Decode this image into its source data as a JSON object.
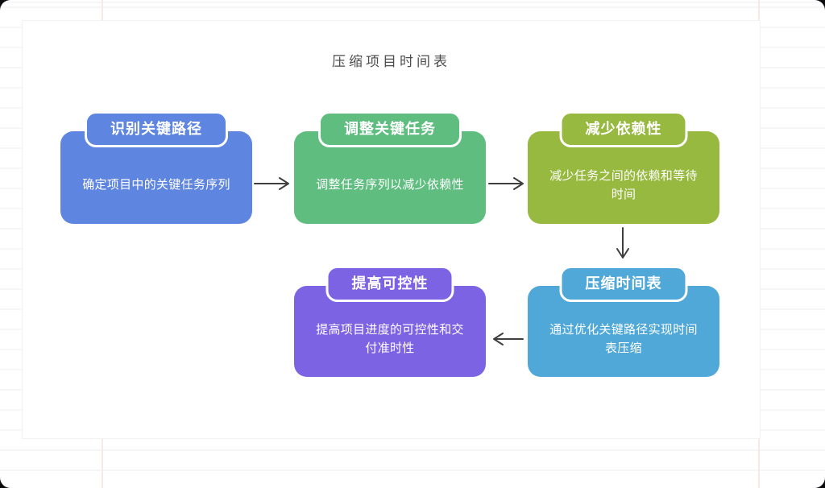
{
  "diagram": {
    "title": "压缩项目时间表",
    "arrow_color": "#3f3f3f",
    "text_color": "#ffffff",
    "nodes": [
      {
        "id": "identify-critical-path",
        "label": "识别关键路径",
        "description": "确定项目中的关键任务序列",
        "color": "#5e85e0"
      },
      {
        "id": "adjust-critical-tasks",
        "label": "调整关键任务",
        "description": "调整任务序列以减少依赖性",
        "color": "#5fbd80"
      },
      {
        "id": "reduce-dependencies",
        "label": "减少依赖性",
        "description": "减少任务之间的依赖和等待时间",
        "color": "#97b93f"
      },
      {
        "id": "compress-timeline",
        "label": "压缩时间表",
        "description": "通过优化关键路径实现时间表压缩",
        "color": "#4fa8d8"
      },
      {
        "id": "improve-controllability",
        "label": "提高可控性",
        "description": "提高项目进度的可控性和交付准时性",
        "color": "#7c63e4"
      }
    ],
    "edges": [
      {
        "from": "identify-critical-path",
        "to": "adjust-critical-tasks",
        "direction": "right"
      },
      {
        "from": "adjust-critical-tasks",
        "to": "reduce-dependencies",
        "direction": "right"
      },
      {
        "from": "reduce-dependencies",
        "to": "compress-timeline",
        "direction": "down"
      },
      {
        "from": "compress-timeline",
        "to": "improve-controllability",
        "direction": "left"
      }
    ]
  }
}
